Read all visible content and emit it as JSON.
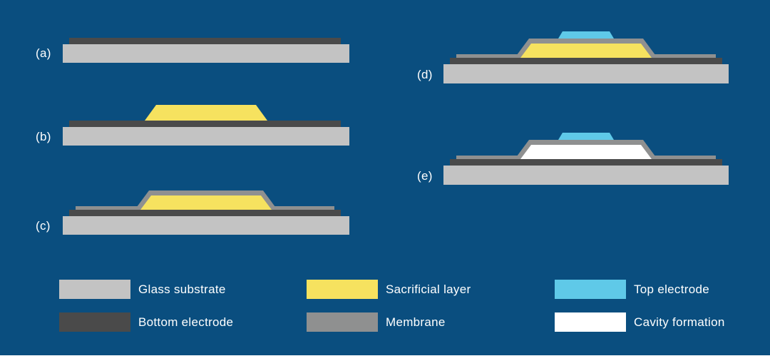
{
  "colors": {
    "background": "#0a4e7f",
    "glass_substrate": "#c3c3c3",
    "bottom_electrode": "#4a4a4a",
    "sacrificial_layer": "#f6e25f",
    "membrane": "#8f9090",
    "top_electrode": "#5fc9e8",
    "cavity_formation": "#ffffff",
    "label_text": "#ffffff",
    "footer_bar": "#ffffff"
  },
  "panels": [
    {
      "label": "(a)"
    },
    {
      "label": "(b)"
    },
    {
      "label": "(c)"
    },
    {
      "label": "(d)"
    },
    {
      "label": "(e)"
    }
  ],
  "legend": {
    "items": [
      {
        "label": "Glass substrate",
        "color_key": "glass_substrate"
      },
      {
        "label": "Bottom electrode",
        "color_key": "bottom_electrode"
      },
      {
        "label": "Sacrificial layer",
        "color_key": "sacrificial_layer"
      },
      {
        "label": "Membrane",
        "color_key": "membrane"
      },
      {
        "label": "Top electrode",
        "color_key": "top_electrode"
      },
      {
        "label": "Cavity formation",
        "color_key": "cavity_formation"
      }
    ]
  }
}
